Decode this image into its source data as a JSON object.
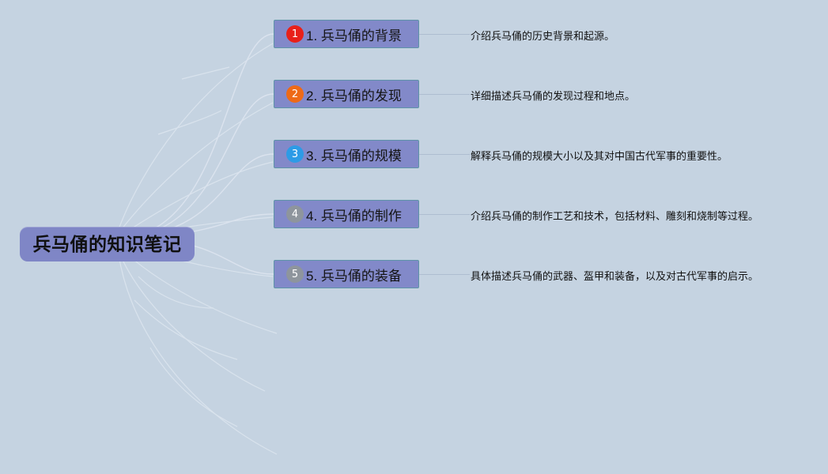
{
  "root": {
    "label": "兵马俑的知识笔记"
  },
  "topics": [
    {
      "number": "1",
      "label": "1. 兵马俑的背景",
      "description": "介绍兵马俑的历史背景和起源。",
      "badge_color": "#e8201a"
    },
    {
      "number": "2",
      "label": "2. 兵马俑的发现",
      "description": "详细描述兵马俑的发现过程和地点。",
      "badge_color": "#ee6a17"
    },
    {
      "number": "3",
      "label": "3. 兵马俑的规模",
      "description": "解释兵马俑的规模大小以及其对中国古代军事的重要性。",
      "badge_color": "#2d9be6"
    },
    {
      "number": "4",
      "label": "4. 兵马俑的制作",
      "description": "介绍兵马俑的制作工艺和技术，包括材料、雕刻和烧制等过程。",
      "badge_color": "#8e959d"
    },
    {
      "number": "5",
      "label": "5. 兵马俑的装备",
      "description": "具体描述兵马俑的武器、盔甲和装备，以及对古代军事的启示。",
      "badge_color": "#8e959d"
    }
  ],
  "colors": {
    "background": "#c5d3e1",
    "node_fill": "#8289c9",
    "root_fill": "#7f86c6"
  }
}
